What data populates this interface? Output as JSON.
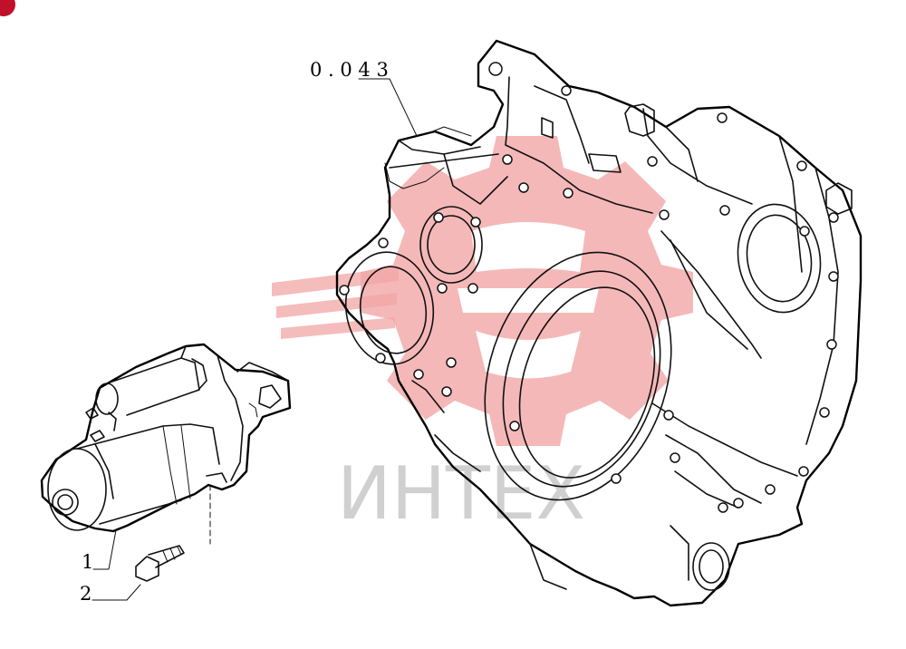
{
  "reference": {
    "code": "0 . 0 4 3"
  },
  "parts": [
    {
      "number": "1"
    },
    {
      "number": "2"
    }
  ],
  "watermark": {
    "text": "ИНТЕХ",
    "logo_color": "#f2a6a6",
    "text_color": "#d0d0d0"
  },
  "corner_badge": {
    "color": "#c0102a"
  }
}
